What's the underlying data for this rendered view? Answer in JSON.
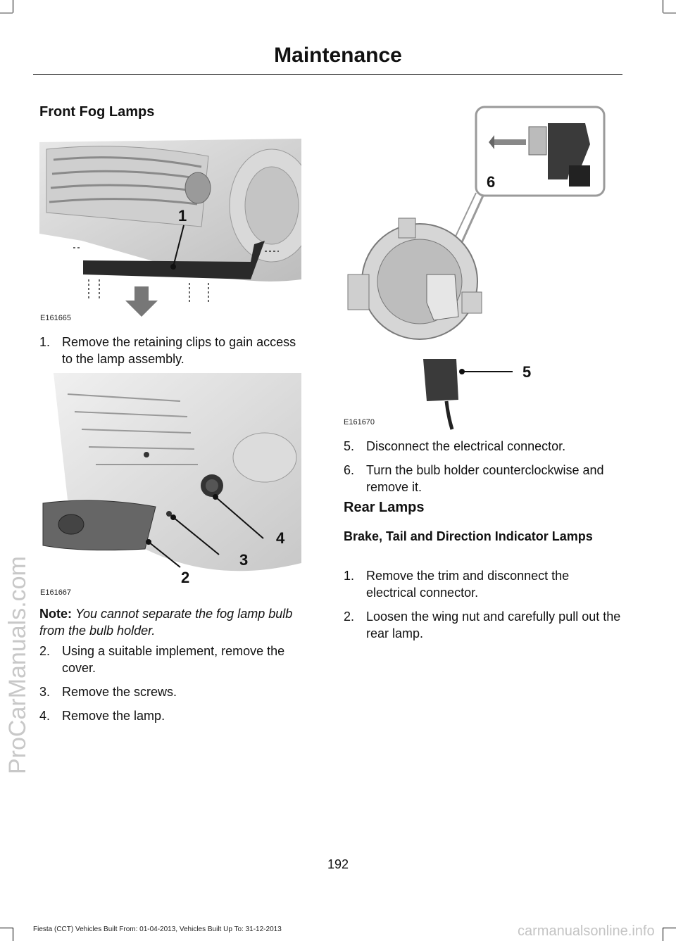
{
  "header": {
    "title": "Maintenance"
  },
  "fog": {
    "heading": "Front Fog Lamps",
    "fig1": {
      "code": "E161665",
      "callouts": [
        "1"
      ]
    },
    "fig2": {
      "code": "E161667",
      "callouts": [
        "4",
        "3",
        "2"
      ]
    },
    "step1": {
      "num": "1.",
      "text": "Remove the retaining clips to gain access to the lamp assembly."
    },
    "note": {
      "label": "Note:",
      "text": "You cannot separate the fog lamp bulb from the bulb holder."
    },
    "steps": [
      {
        "num": "2.",
        "text": "Using a suitable implement, remove the cover."
      },
      {
        "num": "3.",
        "text": "Remove the screws."
      },
      {
        "num": "4.",
        "text": "Remove the lamp."
      }
    ],
    "fig3": {
      "code": "E161670",
      "callouts": [
        "6",
        "5"
      ]
    },
    "steps_right": [
      {
        "num": "5.",
        "text": "Disconnect the electrical connector."
      },
      {
        "num": "6.",
        "text": "Turn the bulb holder counterclockwise and remove it."
      }
    ]
  },
  "rear": {
    "heading": "Rear Lamps",
    "subheading": "Brake, Tail and Direction Indicator Lamps",
    "steps": [
      {
        "num": "1.",
        "text": "Remove the trim and disconnect the electrical connector."
      },
      {
        "num": "2.",
        "text": "Loosen the wing nut and carefully pull out the rear lamp."
      }
    ]
  },
  "page_number": "192",
  "footer": "Fiesta (CCT) Vehicles Built From: 01-04-2013, Vehicles Built Up To: 31-12-2013",
  "watermarks": {
    "left": "ProCarManuals.com",
    "bottom": "carmanualsonline.info"
  }
}
